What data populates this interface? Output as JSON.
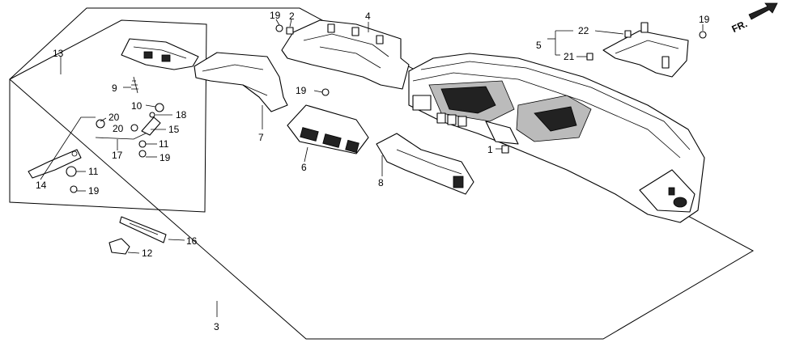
{
  "direction_marker": {
    "label": "FR.",
    "icon": "front-direction-arrow-icon"
  },
  "callouts": {
    "c1": "1",
    "c2": "2",
    "c3": "3",
    "c4": "4",
    "c5": "5",
    "c6": "6",
    "c7": "7",
    "c8": "8",
    "c9": "9",
    "c10": "10",
    "c11a": "11",
    "c11b": "11",
    "c12": "12",
    "c13": "13",
    "c14": "14",
    "c15": "15",
    "c16": "16",
    "c17": "17",
    "c18": "18",
    "c19a": "19",
    "c19b": "19",
    "c19c": "19",
    "c19d": "19",
    "c19e": "19",
    "c20a": "20",
    "c20b": "20",
    "c21": "21",
    "c22": "22"
  }
}
